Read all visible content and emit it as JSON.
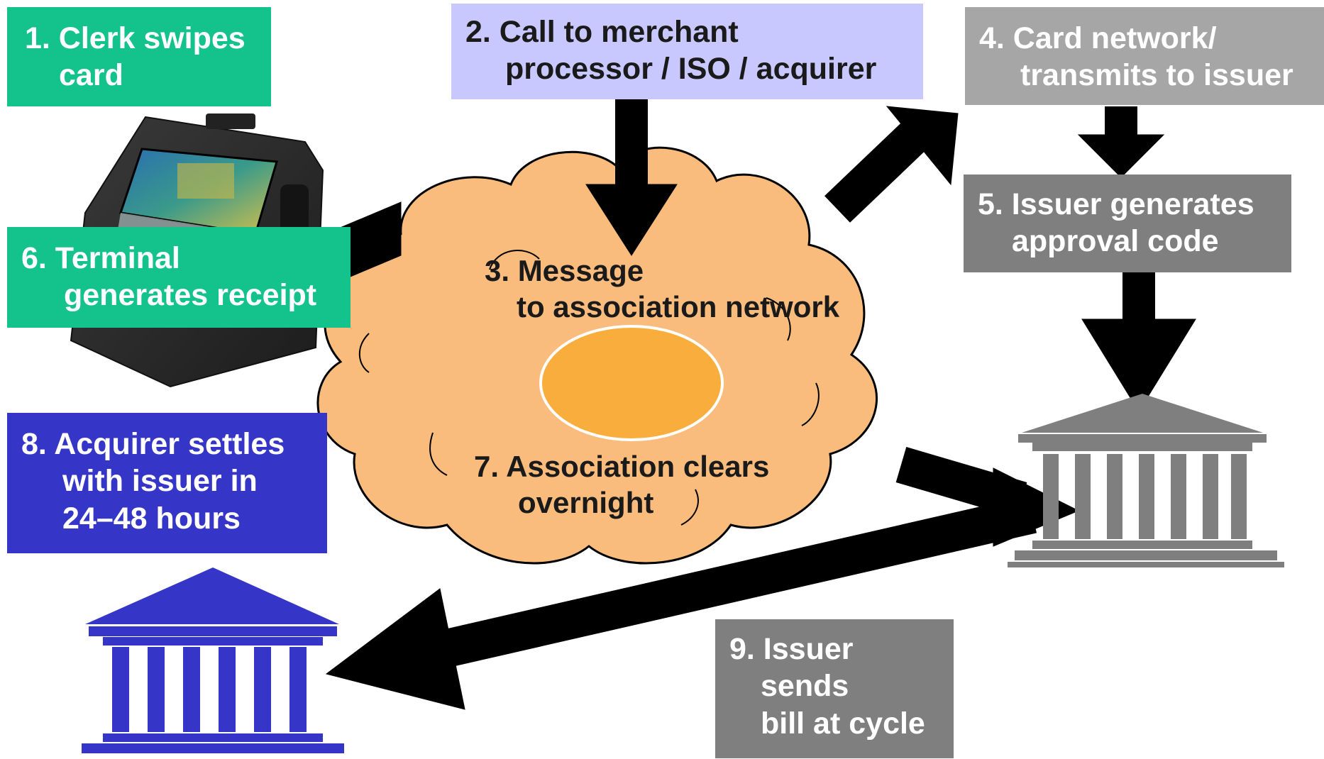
{
  "steps": {
    "s1": {
      "line1": "1. Clerk swipes",
      "line2": "card"
    },
    "s2": {
      "line1": "2. Call to merchant",
      "line2": "processor / ISO / acquirer"
    },
    "s3": {
      "line1": "3. Message",
      "line2": "to association network"
    },
    "s4": {
      "line1": "4. Card network/",
      "line2": "transmits to issuer"
    },
    "s5": {
      "line1": "5. Issuer generates",
      "line2": "approval code"
    },
    "s6": {
      "line1": "6. Terminal",
      "line2": "generates receipt"
    },
    "s7": {
      "line1": "7. Association clears",
      "line2": "overnight"
    },
    "s8": {
      "line1": "8. Acquirer settles",
      "line2": "with issuer in",
      "line3": "24–48 hours"
    },
    "s9": {
      "line1": "9. Issuer",
      "line2": "sends",
      "line3": "bill at cycle"
    }
  },
  "colors": {
    "green": "#14c28c",
    "lavender": "#c8c8ff",
    "gray_light": "#a6a6a6",
    "gray": "#7f7f7f",
    "blue": "#3535c8",
    "cloud": "#f9bc7c",
    "ellipse": "#f9ad3c",
    "issuer_bank": "#7f7f7f",
    "acquirer_bank": "#3535c8"
  },
  "icons": [
    "card-terminal-icon",
    "issuer-bank-icon",
    "acquirer-bank-icon"
  ]
}
